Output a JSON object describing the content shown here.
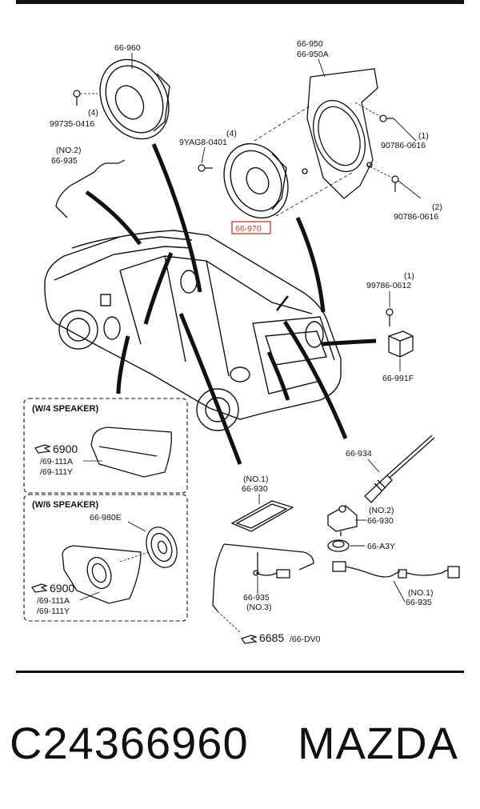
{
  "labels": {
    "front_speaker": "66-960",
    "bracket_a": "66-950",
    "bracket_b": "66-950A",
    "screw_front": "99735-0416",
    "qty_front_screw": "(4)",
    "qty_mid_screw": "(4)",
    "screw_mid": "9YAG8-0401",
    "no2_wire": "(NO.2)",
    "wire_935_top": "66-935",
    "bolt_1": "90786-0616",
    "qty_bolt_1": "(1)",
    "bolt_2": "90786-0616",
    "qty_bolt_2": "(2)",
    "rear_speaker": "66-970",
    "bolt_amp": "99786-0612",
    "qty_bolt_amp": "(1)",
    "amp": "66-991F",
    "antenna_rod": "66-934",
    "no2_base": "(NO.2)",
    "base_930": "66-930",
    "cap": "66-A3Y",
    "no1_935": "(NO.1)",
    "feeder_935": "66-935",
    "no1_930": "(NO.1)",
    "part_930": "66-930",
    "part_935_no3": "66-935",
    "no3": "(NO.3)",
    "ref_6685": "6685",
    "ref_66dv0": "/66-DV0",
    "box4_title": "(W/4 SPEAKER)",
    "box4_ref": "6900",
    "box4_a": "/69-111A",
    "box4_y": "/69-111Y",
    "box6_title": "(W/6 SPEAKER)",
    "box6_tweeter": "66-980E",
    "box6_ref": "6900",
    "box6_a": "/69-111A",
    "box6_y": "/69-111Y"
  },
  "footer": {
    "part_number": "C24366960",
    "brand": "MAZDA"
  },
  "colors": {
    "line": "#111111",
    "highlight": "#c0392b"
  }
}
